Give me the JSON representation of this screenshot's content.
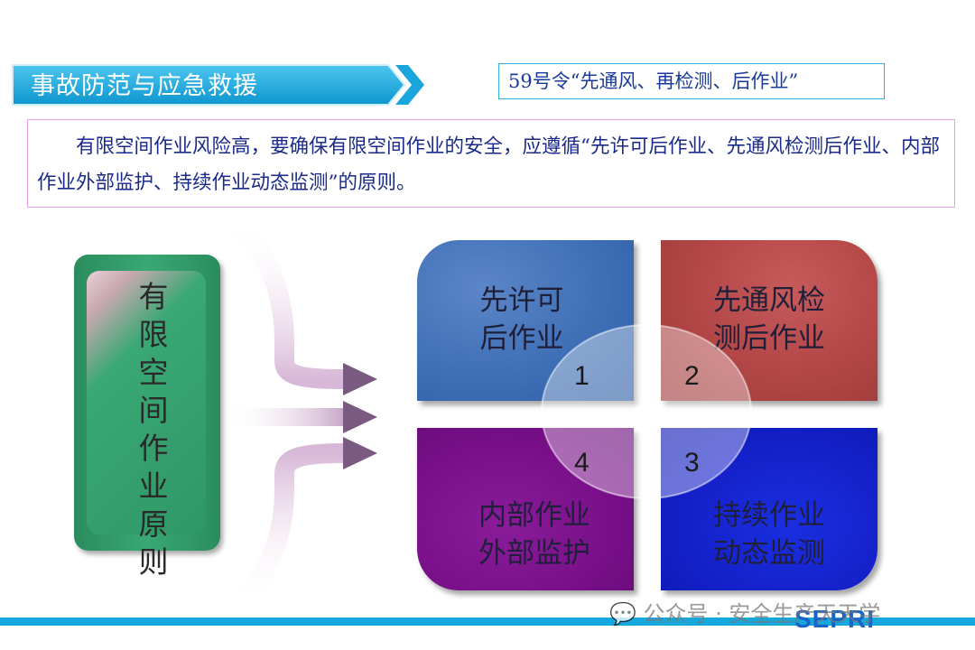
{
  "header": {
    "title": "事故防范与应急救援",
    "regulation": "59号令“先通风、再检测、后作业”"
  },
  "intro": {
    "text": "有限空间作业风险高，要确保有限空间作业的安全，应遵循“先许可后作业、先通风检测后作业、内部作业外部监护、持续作业动态监测”的原则。"
  },
  "left_card": {
    "chars": [
      "有",
      "限",
      "空",
      "间",
      "作",
      "业",
      "原",
      "则"
    ]
  },
  "quadrants": [
    {
      "number": "1",
      "line1": "先许可",
      "line2": "后作业",
      "color": "#3f6fb6"
    },
    {
      "number": "2",
      "line1": "先通风检",
      "line2": "测后作业",
      "color": "#b24646"
    },
    {
      "number": "3",
      "line1": "持续作业",
      "line2": "动态监测",
      "color": "#1420c8"
    },
    {
      "number": "4",
      "line1": "内部作业",
      "line2": "外部监护",
      "color": "#780f88"
    }
  ],
  "footer": {
    "watermark": "公众号 · 安全生产天天学",
    "brand": "SEPRI"
  },
  "colors": {
    "banner": "#1aa6dc",
    "footer_bar": "#16a8dc"
  }
}
